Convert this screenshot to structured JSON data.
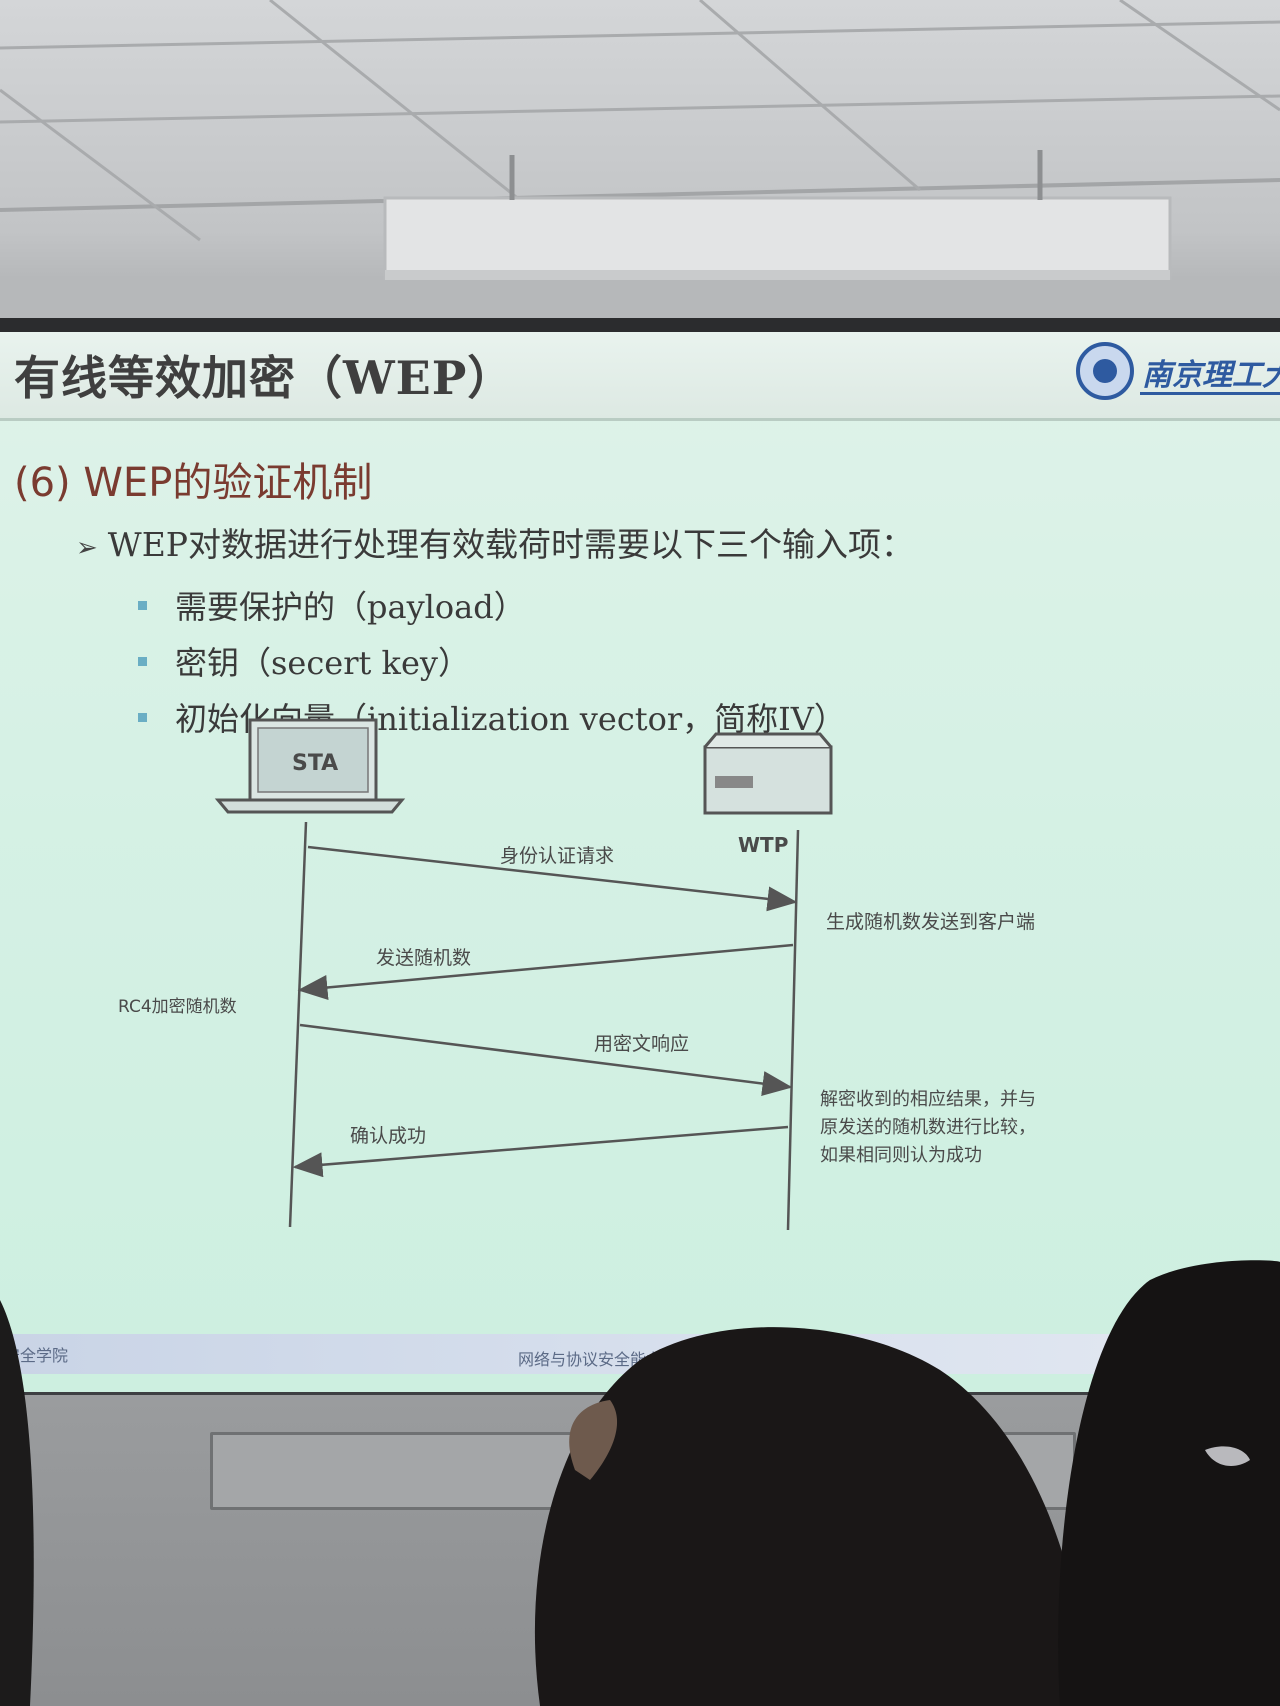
{
  "slide": {
    "title": "有线等效加密（WEP）",
    "logo_text": "南京理工大",
    "section_heading": "(6) WEP的验证机制",
    "bullet": "WEP对数据进行处理有效载荷时需要以下三个输入项：",
    "sub_items": [
      "需要保护的（payload）",
      "密钥（secert key）",
      "初始化向量（initialization vector，简称IV）"
    ],
    "footer_left": "安全学院",
    "footer_center": "网络与协议安全能力"
  },
  "diagram": {
    "sta_label": "STA",
    "wtp_label": "WTP",
    "messages": [
      "身份认证请求",
      "发送随机数",
      "用密文响应",
      "确认成功"
    ],
    "notes": {
      "wtp_generate": "生成随机数发送到客户端",
      "sta_rc4": "RC4加密随机数",
      "wtp_verify": [
        "解密收到的相应结果，并与",
        "原发送的随机数进行比较，",
        "如果相同则认为成功"
      ]
    }
  },
  "colors": {
    "slide_bg": "#d6f1e5",
    "title_text": "#3f3f3f",
    "section_heading": "#7a3b30",
    "bullet_square": "#6aaec4",
    "logo_blue": "#2e5aa0"
  }
}
